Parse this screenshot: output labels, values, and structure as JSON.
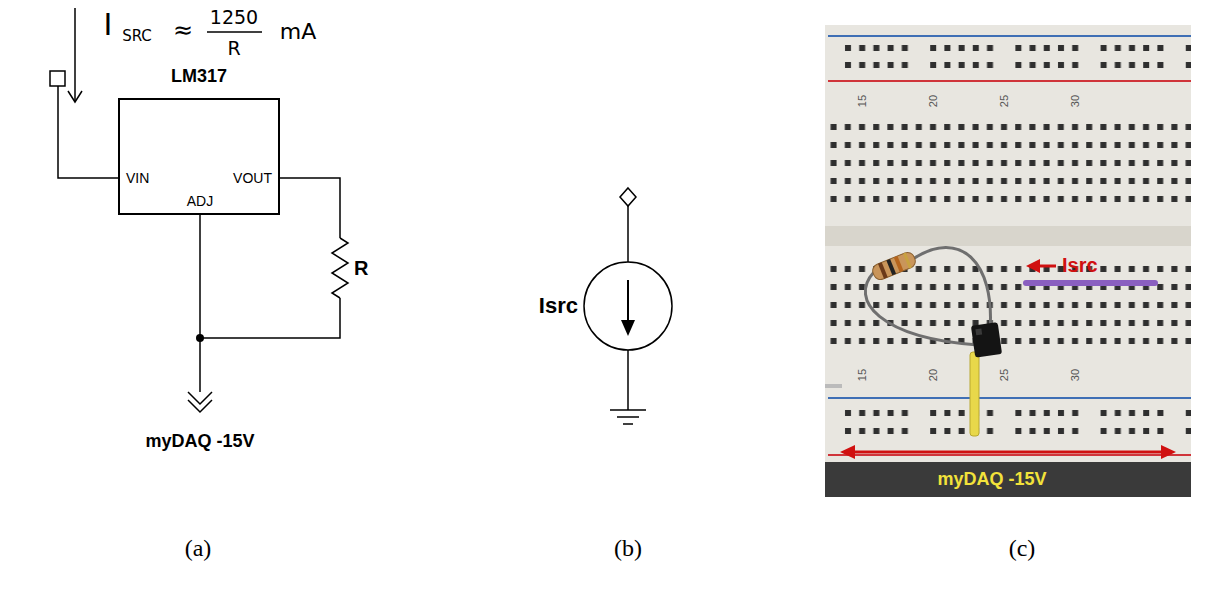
{
  "diagram": {
    "nodes": [
      {
        "text": [
          "LM317",
          "VIN",
          "ADJ",
          "VOUT"
        ]
      }
    ],
    "labels": [
      "I",
      "SRC",
      "≈",
      "1250",
      "R",
      "mA",
      "R",
      "myDAQ -15V",
      "Isrc",
      "15",
      "20",
      "25",
      "30",
      "15",
      "20",
      "25",
      "30",
      "Isrc",
      "myDAQ -15V",
      "(a)",
      "(b)",
      "(c)"
    ]
  }
}
